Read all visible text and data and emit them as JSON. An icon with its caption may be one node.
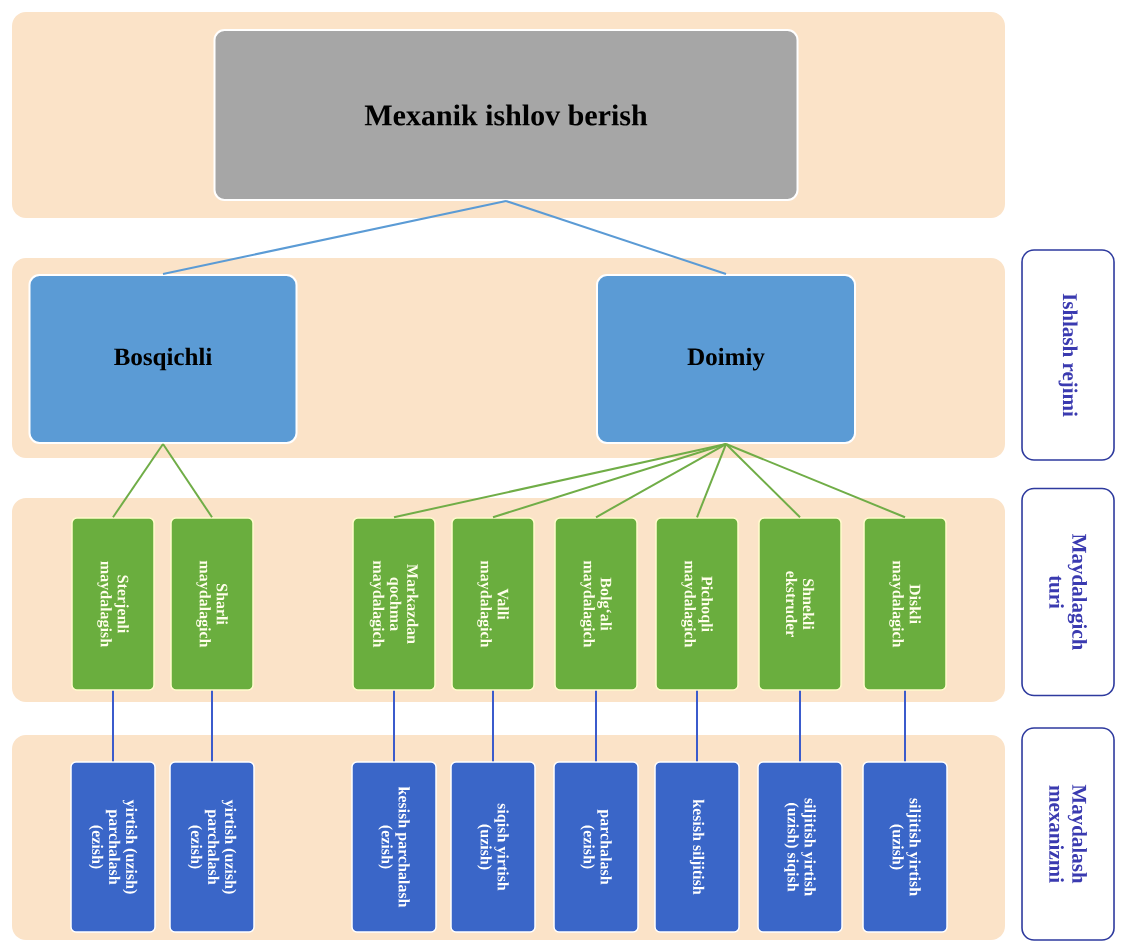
{
  "diagram": {
    "nodes": [
      {
        "text": [
          "Mexanik ishlov berish"
        ]
      },
      {
        "text": [
          "Bosqichli"
        ]
      },
      {
        "text": [
          "Doimiy"
        ]
      },
      {
        "text": [
          "Sterjenli maydalagish"
        ]
      },
      {
        "text": [
          "Sharli maydalagich"
        ]
      },
      {
        "text": [
          "Markazdan qochma maydalagich"
        ]
      },
      {
        "text": [
          "Valli maydalagich"
        ]
      },
      {
        "text": [
          "Bolg‘ali maydalagich"
        ]
      },
      {
        "text": [
          "Pichoqli maydalagich"
        ]
      },
      {
        "text": [
          "Shnekli ekstruder"
        ]
      },
      {
        "text": [
          "Diskli maydalagich"
        ]
      },
      {
        "text": [
          "yirtish (uzish) parchalash (ezish)"
        ]
      },
      {
        "text": [
          "yirtish (uzish) parchalash (ezish)"
        ]
      },
      {
        "text": [
          "kesish parchalash (ezish)"
        ]
      },
      {
        "text": [
          "siqish yirtish (uzish)"
        ]
      },
      {
        "text": [
          "parchalash (ezish)"
        ]
      },
      {
        "text": [
          "kesish siljitish"
        ]
      },
      {
        "text": [
          "siljitish yirtish (uzish) siqish"
        ]
      },
      {
        "text": [
          "siljitish yirtish (uzish)"
        ]
      },
      {
        "text": [
          "Ishlash rejimi"
        ]
      },
      {
        "text": [
          "Maydalagich turi"
        ]
      },
      {
        "text": [
          "Maydalash mexanizmi"
        ]
      }
    ],
    "edges": [
      {
        "from": 0,
        "to": 1,
        "arrow": "none",
        "color": "#5b9bd5"
      },
      {
        "from": 0,
        "to": 2,
        "arrow": "none",
        "color": "#5b9bd5"
      },
      {
        "from": 1,
        "to": 3,
        "arrow": "none",
        "color": "#70ad47"
      },
      {
        "from": 1,
        "to": 4,
        "arrow": "none",
        "color": "#70ad47"
      },
      {
        "from": 2,
        "to": 5,
        "arrow": "none",
        "color": "#70ad47"
      },
      {
        "from": 2,
        "to": 6,
        "arrow": "none",
        "color": "#70ad47"
      },
      {
        "from": 2,
        "to": 7,
        "arrow": "none",
        "color": "#70ad47"
      },
      {
        "from": 2,
        "to": 8,
        "arrow": "none",
        "color": "#70ad47"
      },
      {
        "from": 2,
        "to": 9,
        "arrow": "none",
        "color": "#70ad47"
      },
      {
        "from": 2,
        "to": 10,
        "arrow": "none",
        "color": "#70ad47"
      },
      {
        "from": 3,
        "to": 11,
        "arrow": "none",
        "color": "#3b5bcc"
      },
      {
        "from": 4,
        "to": 12,
        "arrow": "none",
        "color": "#3b5bcc"
      },
      {
        "from": 5,
        "to": 13,
        "arrow": "none",
        "color": "#3b5bcc"
      },
      {
        "from": 6,
        "to": 14,
        "arrow": "none",
        "color": "#3b5bcc"
      },
      {
        "from": 7,
        "to": 15,
        "arrow": "none",
        "color": "#3b5bcc"
      },
      {
        "from": 8,
        "to": 16,
        "arrow": "none",
        "color": "#3b5bcc"
      },
      {
        "from": 9,
        "to": 17,
        "arrow": "none",
        "color": "#3b5bcc"
      },
      {
        "from": 10,
        "to": 18,
        "arrow": "none",
        "color": "#3b5bcc"
      }
    ]
  }
}
